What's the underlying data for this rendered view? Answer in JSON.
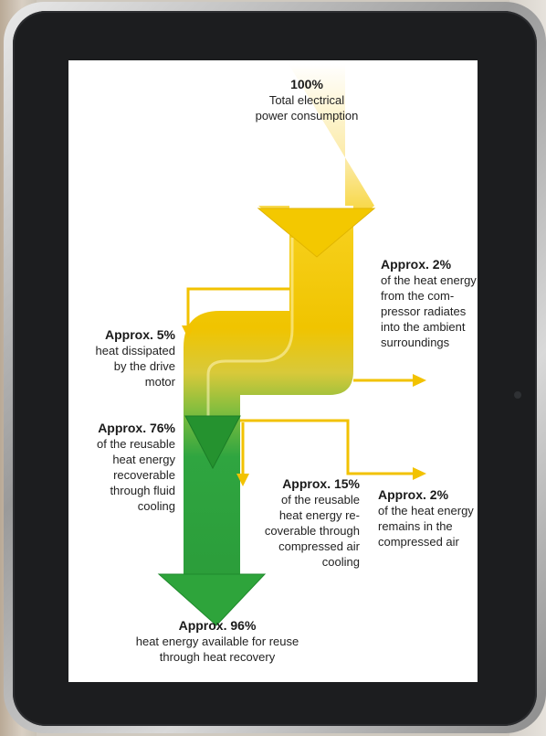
{
  "flows": {
    "total": {
      "head": "100%",
      "body": "Total electrical\npower consumption"
    },
    "compressor_radiation": {
      "head": "Approx. 2%",
      "body": "of the heat energy\nfrom the com-\npressor radiates\ninto the ambient\nsurroundings"
    },
    "drive_motor": {
      "head": "Approx. 5%",
      "body": "heat dissipated\nby the drive\nmotor"
    },
    "fluid_cooling": {
      "head": "Approx. 76%",
      "body": "of the reusable\nheat energy\nrecoverable\nthrough fluid\ncooling"
    },
    "air_cooling": {
      "head": "Approx. 15%",
      "body": "of the reusable\nheat energy re-\ncoverable through\ncompressed air\ncooling"
    },
    "compressed_air": {
      "head": "Approx. 2%",
      "body": "of the heat energy\nremains in the\ncompressed air"
    },
    "available": {
      "head": "Approx. 96%",
      "body": "heat energy available for reuse\nthrough heat recovery"
    }
  },
  "colors": {
    "yellow": "#f4c500",
    "green": "#2ea43b",
    "loss_yellow": "#f2c200"
  }
}
